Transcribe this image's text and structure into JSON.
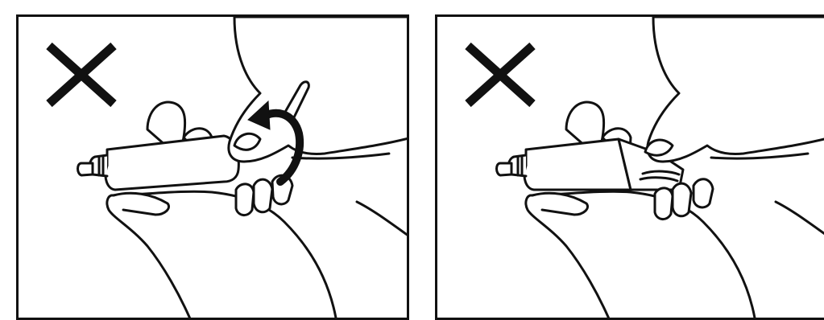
{
  "panels": [
    {
      "id": "left",
      "mark": "cross-mark",
      "caption": "",
      "depicts": "hand-bending-tube-tip-icon"
    },
    {
      "id": "right",
      "mark": "cross-mark",
      "caption": "",
      "depicts": "hand-folding-tube-icon"
    }
  ],
  "colors": {
    "ink": "#111111",
    "paper": "#ffffff"
  }
}
